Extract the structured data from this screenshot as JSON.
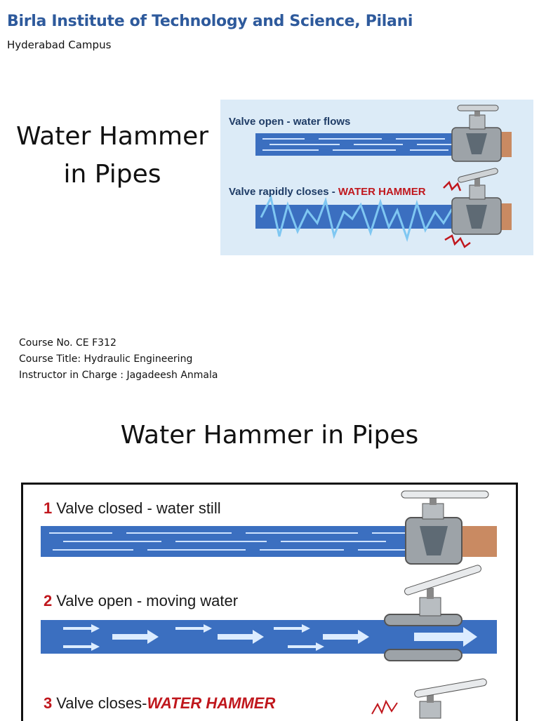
{
  "header": {
    "institute": "Birla Institute of Technology and Science, Pilani",
    "campus": "Hyderabad Campus"
  },
  "slide1": {
    "title_line1": "Water Hammer",
    "title_line2": "in Pipes",
    "figure": {
      "caption_top": "Valve open - water flows",
      "caption_bottom_prefix": "Valve rapidly closes - ",
      "caption_bottom_highlight": "WATER HAMMER"
    },
    "course": {
      "number": "Course No. CE F312",
      "title": "Course Title: Hydraulic Engineering",
      "instructor": "Instructor in Charge : Jagadeesh Anmala"
    }
  },
  "slide2": {
    "title": "Water Hammer in Pipes",
    "figure": {
      "steps": [
        {
          "num": "1",
          "text": "Valve closed - water still",
          "highlight": ""
        },
        {
          "num": "2",
          "text": "Valve open - moving water",
          "highlight": ""
        },
        {
          "num": "3",
          "text": "Valve closes-",
          "highlight": "WATER HAMMER"
        }
      ]
    }
  },
  "colors": {
    "title_blue": "#2e5a9c",
    "figure_bg": "#dcebf7",
    "pipe_blue": "#3b6fc0",
    "copper": "#c98a62",
    "hammer_red": "#c0171d"
  }
}
